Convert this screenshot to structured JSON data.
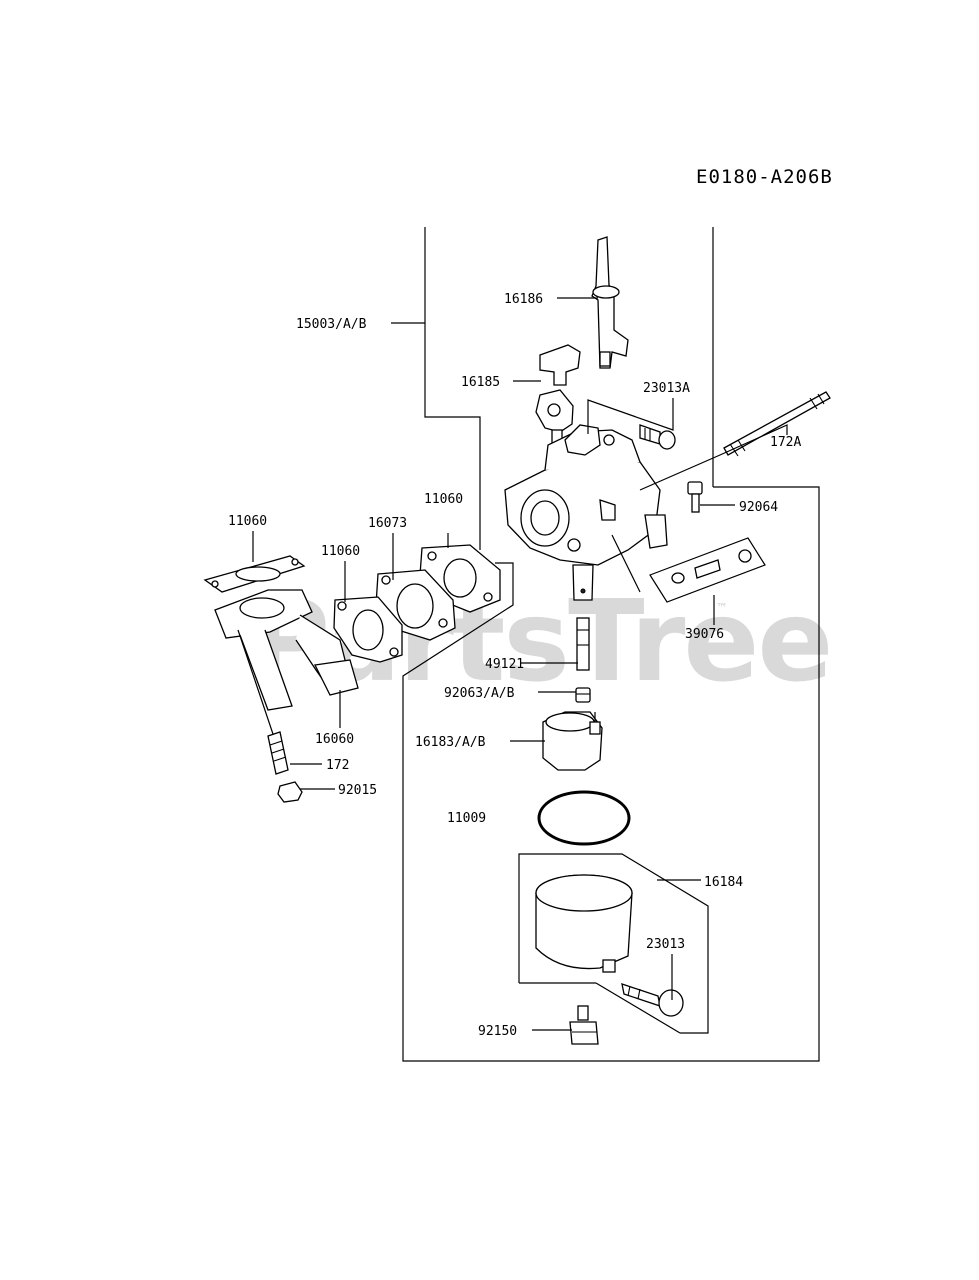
{
  "diagram": {
    "code": "E0180-A206B",
    "watermark": "PartsTree",
    "watermark_tm": "™",
    "parts": [
      {
        "id": "16186"
      },
      {
        "id": "15003/A/B"
      },
      {
        "id": "16185"
      },
      {
        "id": "23013A"
      },
      {
        "id": "172A"
      },
      {
        "id": "92064"
      },
      {
        "id": "39076"
      },
      {
        "id": "11060a",
        "label": "11060"
      },
      {
        "id": "11060b",
        "label": "11060"
      },
      {
        "id": "11060c",
        "label": "11060"
      },
      {
        "id": "16073"
      },
      {
        "id": "16060"
      },
      {
        "id": "172"
      },
      {
        "id": "92015"
      },
      {
        "id": "49121"
      },
      {
        "id": "92063/A/B"
      },
      {
        "id": "16183/A/B"
      },
      {
        "id": "11009"
      },
      {
        "id": "16184"
      },
      {
        "id": "23013"
      },
      {
        "id": "92150"
      }
    ]
  }
}
